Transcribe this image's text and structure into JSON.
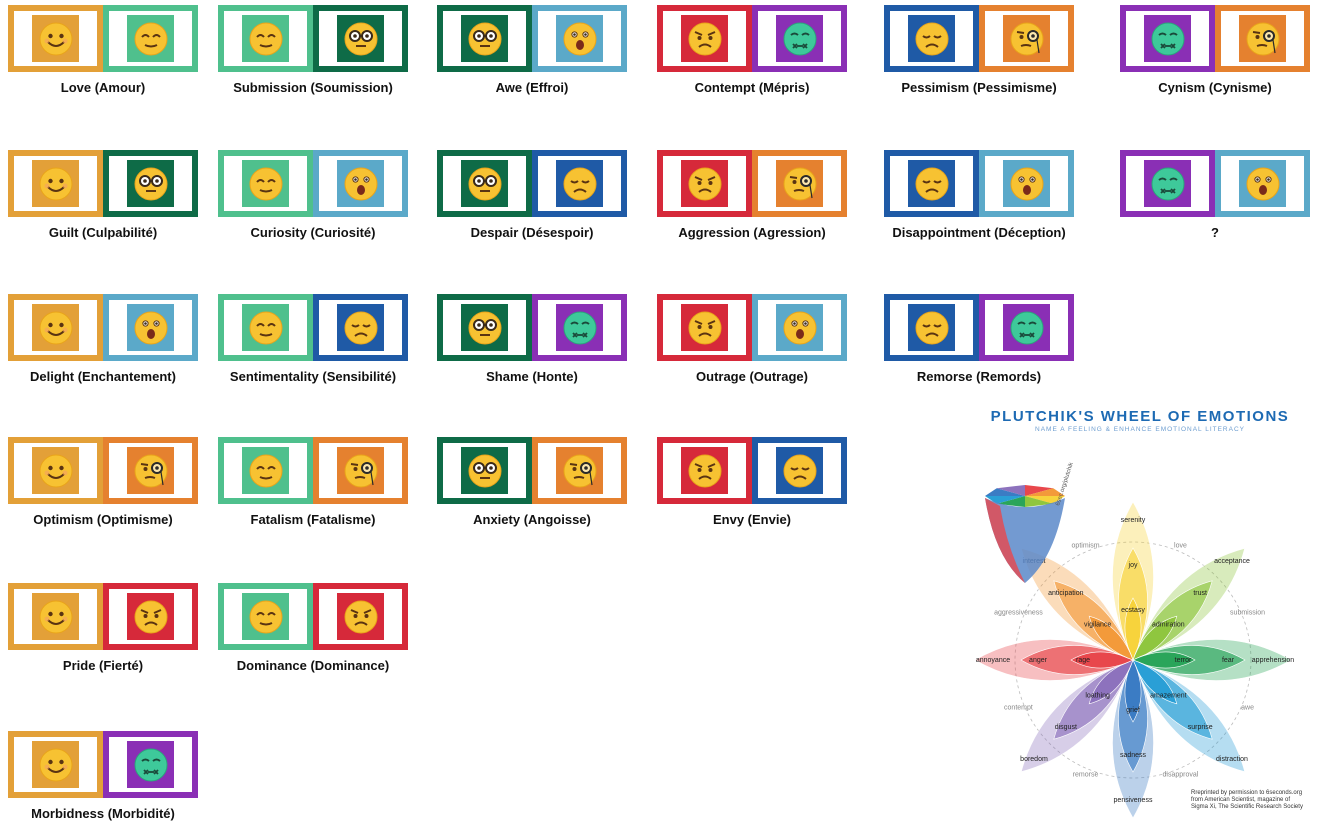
{
  "colors": {
    "joy": "#e3a038",
    "trust": "#4fc08d",
    "fear": "#0e6b47",
    "surprise": "#5ba9c9",
    "sadness": "#1f5aa6",
    "disgust": "#8a2fb5",
    "anger": "#d6293a",
    "anticipation": "#e5812f"
  },
  "dyads": [
    {
      "label": "Love (Amour)",
      "left": {
        "emotion": "joy",
        "icon": "smiling-face-icon"
      },
      "right": {
        "emotion": "trust",
        "icon": "relieved-face-icon"
      }
    },
    {
      "label": "Submission (Soumission)",
      "left": {
        "emotion": "trust",
        "icon": "relieved-face-icon"
      },
      "right": {
        "emotion": "fear",
        "icon": "nerd-face-icon"
      }
    },
    {
      "label": "Awe (Effroi)",
      "left": {
        "emotion": "fear",
        "icon": "nerd-face-icon"
      },
      "right": {
        "emotion": "surprise",
        "icon": "astonished-face-icon"
      }
    },
    {
      "label": "Contempt (Mépris)",
      "left": {
        "emotion": "anger",
        "icon": "angry-face-icon"
      },
      "right": {
        "emotion": "disgust",
        "icon": "nauseated-face-icon"
      }
    },
    {
      "label": "Pessimism (Pessimisme)",
      "left": {
        "emotion": "sadness",
        "icon": "sad-face-icon"
      },
      "right": {
        "emotion": "anticipation",
        "icon": "monocle-face-icon"
      }
    },
    {
      "label": "Cynism (Cynisme)",
      "left": {
        "emotion": "disgust",
        "icon": "nauseated-face-icon"
      },
      "right": {
        "emotion": "anticipation",
        "icon": "monocle-face-icon"
      }
    },
    {
      "label": "Guilt (Culpabilité)",
      "left": {
        "emotion": "joy",
        "icon": "smiling-face-icon"
      },
      "right": {
        "emotion": "fear",
        "icon": "nerd-face-icon"
      }
    },
    {
      "label": "Curiosity (Curiosité)",
      "left": {
        "emotion": "trust",
        "icon": "relieved-face-icon"
      },
      "right": {
        "emotion": "surprise",
        "icon": "astonished-face-icon"
      }
    },
    {
      "label": "Despair (Désespoir)",
      "left": {
        "emotion": "fear",
        "icon": "nerd-face-icon"
      },
      "right": {
        "emotion": "sadness",
        "icon": "sad-face-icon"
      }
    },
    {
      "label": "Aggression (Agression)",
      "left": {
        "emotion": "anger",
        "icon": "angry-face-icon"
      },
      "right": {
        "emotion": "anticipation",
        "icon": "monocle-face-icon"
      }
    },
    {
      "label": "Disappointment (Déception)",
      "left": {
        "emotion": "sadness",
        "icon": "sad-face-icon"
      },
      "right": {
        "emotion": "surprise",
        "icon": "astonished-face-icon"
      }
    },
    {
      "label": "?",
      "left": {
        "emotion": "disgust",
        "icon": "nauseated-face-icon"
      },
      "right": {
        "emotion": "surprise",
        "icon": "astonished-face-icon"
      }
    },
    {
      "label": "Delight (Enchantement)",
      "left": {
        "emotion": "joy",
        "icon": "smiling-face-icon"
      },
      "right": {
        "emotion": "surprise",
        "icon": "astonished-face-icon"
      }
    },
    {
      "label": "Sentimentality (Sensibilité)",
      "left": {
        "emotion": "trust",
        "icon": "relieved-face-icon"
      },
      "right": {
        "emotion": "sadness",
        "icon": "sad-face-icon"
      }
    },
    {
      "label": "Shame (Honte)",
      "left": {
        "emotion": "fear",
        "icon": "nerd-face-icon"
      },
      "right": {
        "emotion": "disgust",
        "icon": "nauseated-face-icon"
      }
    },
    {
      "label": "Outrage (Outrage)",
      "left": {
        "emotion": "anger",
        "icon": "angry-face-icon"
      },
      "right": {
        "emotion": "surprise",
        "icon": "astonished-face-icon"
      }
    },
    {
      "label": "Remorse (Remords)",
      "left": {
        "emotion": "sadness",
        "icon": "sad-face-icon"
      },
      "right": {
        "emotion": "disgust",
        "icon": "nauseated-face-icon"
      }
    },
    {
      "label": "Optimism (Optimisme)",
      "left": {
        "emotion": "joy",
        "icon": "smiling-face-icon"
      },
      "right": {
        "emotion": "anticipation",
        "icon": "monocle-face-icon"
      }
    },
    {
      "label": "Fatalism (Fatalisme)",
      "left": {
        "emotion": "trust",
        "icon": "relieved-face-icon"
      },
      "right": {
        "emotion": "anticipation",
        "icon": "monocle-face-icon"
      }
    },
    {
      "label": "Anxiety (Angoisse)",
      "left": {
        "emotion": "fear",
        "icon": "nerd-face-icon"
      },
      "right": {
        "emotion": "anticipation",
        "icon": "monocle-face-icon"
      }
    },
    {
      "label": "Envy (Envie)",
      "left": {
        "emotion": "anger",
        "icon": "angry-face-icon"
      },
      "right": {
        "emotion": "sadness",
        "icon": "sad-face-icon"
      }
    },
    {
      "label": "Pride (Fierté)",
      "left": {
        "emotion": "joy",
        "icon": "smiling-face-icon"
      },
      "right": {
        "emotion": "anger",
        "icon": "angry-face-icon"
      }
    },
    {
      "label": "Dominance (Dominance)",
      "left": {
        "emotion": "trust",
        "icon": "relieved-face-icon"
      },
      "right": {
        "emotion": "anger",
        "icon": "angry-face-icon"
      }
    },
    {
      "label": "Morbidness (Morbidité)",
      "left": {
        "emotion": "joy",
        "icon": "smiling-face-icon"
      },
      "right": {
        "emotion": "disgust",
        "icon": "nauseated-face-icon"
      }
    }
  ],
  "wheel": {
    "title": "PLUTCHIK'S WHEEL OF EMOTIONS",
    "subtitle": "NAME A FEELING & ENHANCE EMOTIONAL LITERACY",
    "url": "6sec.org/plutchik",
    "credit": [
      "Rreprinted by permission to 6seconds.org",
      "from American Scientist, magazine of",
      "Sigma Xi, The Scientific Research Society"
    ],
    "petals": [
      {
        "name": "joy",
        "color": "#f7d33c",
        "labels": [
          "serenity",
          "joy",
          "ecstasy"
        ]
      },
      {
        "name": "trust",
        "color": "#8fc63f",
        "labels": [
          "acceptance",
          "trust",
          "admiration"
        ]
      },
      {
        "name": "fear",
        "color": "#2aa55a",
        "labels": [
          "apprehension",
          "fear",
          "terror"
        ]
      },
      {
        "name": "surprise",
        "color": "#2a9fd6",
        "labels": [
          "distraction",
          "surprise",
          "amazement"
        ]
      },
      {
        "name": "sadness",
        "color": "#3b7cc4",
        "labels": [
          "pensiveness",
          "sadness",
          "grief"
        ]
      },
      {
        "name": "disgust",
        "color": "#8d72bd",
        "labels": [
          "boredom",
          "disgust",
          "loathing"
        ]
      },
      {
        "name": "anger",
        "color": "#e8474c",
        "labels": [
          "annoyance",
          "anger",
          "rage"
        ]
      },
      {
        "name": "anticipation",
        "color": "#f39a3a",
        "labels": [
          "interest",
          "anticipation",
          "vigilance"
        ]
      }
    ],
    "dyads": [
      "love",
      "submission",
      "awe",
      "disapproval",
      "remorse",
      "contempt",
      "aggressiveness",
      "optimism"
    ]
  }
}
